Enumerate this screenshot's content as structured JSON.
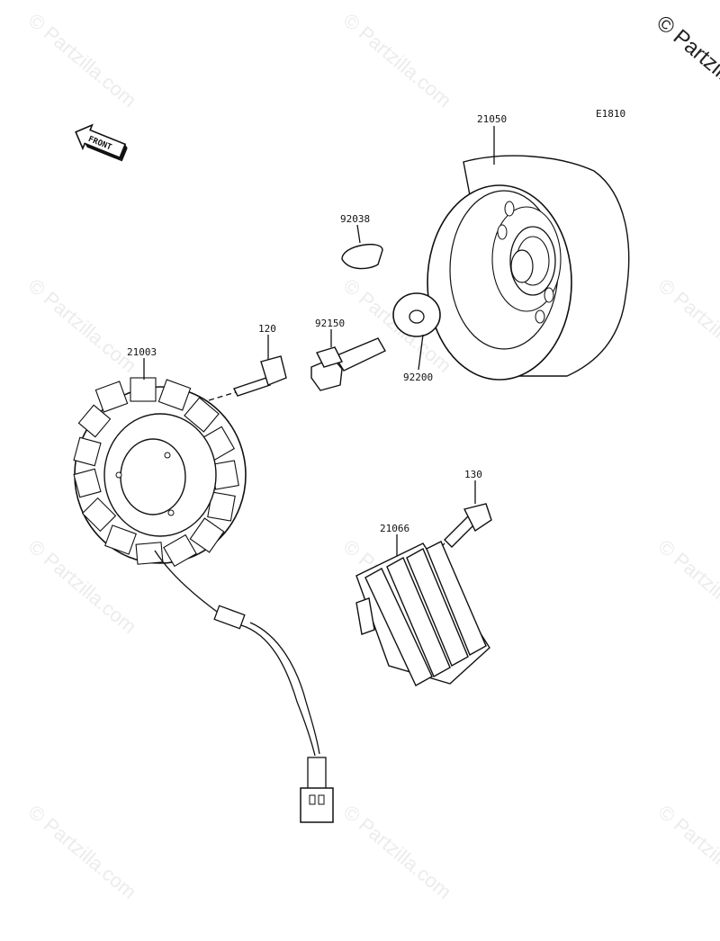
{
  "diagram": {
    "figure_code": "E1810",
    "copyright": "© Partzilla",
    "watermark": "© Partzilla.com",
    "front_label": "FRONT",
    "parts": [
      {
        "number": "21050"
      },
      {
        "number": "92038"
      },
      {
        "number": "92150"
      },
      {
        "number": "92200"
      },
      {
        "number": "120"
      },
      {
        "number": "21003"
      },
      {
        "number": "130"
      },
      {
        "number": "21066"
      }
    ]
  }
}
